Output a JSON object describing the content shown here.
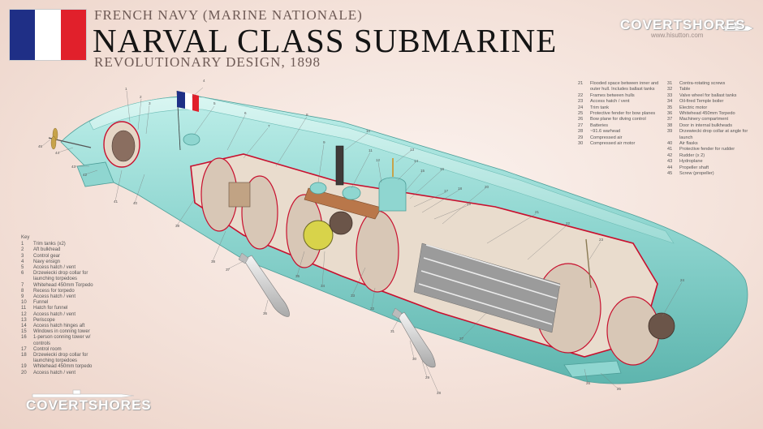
{
  "header": {
    "flag_colors": [
      "#1f2f86",
      "#ffffff",
      "#e1202b"
    ],
    "subtitle": "FRENCH NAVY (MARINE NATIONALE)",
    "title": "NARVAL CLASS SUBMARINE",
    "tagline": "REVOLUTIONARY DESIGN, 1898"
  },
  "logos": {
    "top_right_name": "COVERTSHORES",
    "top_right_url": "www.hisutton.com",
    "bottom_left_name": "COVERTSHORES"
  },
  "key": {
    "title": "Key",
    "items": [
      {
        "n": "1",
        "text": "Trim tanks (x2)"
      },
      {
        "n": "2",
        "text": "Aft bulkhead"
      },
      {
        "n": "3",
        "text": "Control gear"
      },
      {
        "n": "4",
        "text": "Navy ensign"
      },
      {
        "n": "5",
        "text": "Access hatch / vent"
      },
      {
        "n": "6",
        "text": "Drzewiecki drop collar for launching torpedoes"
      },
      {
        "n": "7",
        "text": "Whitehead 450mm Torpedo"
      },
      {
        "n": "8",
        "text": "Recess for torpedo"
      },
      {
        "n": "9",
        "text": "Access hatch / vent"
      },
      {
        "n": "10",
        "text": "Funnel"
      },
      {
        "n": "11",
        "text": "Hatch for funnel"
      },
      {
        "n": "12",
        "text": "Access hatch / vent"
      },
      {
        "n": "13",
        "text": "Periscope"
      },
      {
        "n": "14",
        "text": "Access hatch hinges aft"
      },
      {
        "n": "15",
        "text": "Windows in conning tower"
      },
      {
        "n": "16",
        "text": "1-person conning tower w/ controls"
      },
      {
        "n": "17",
        "text": "Control room"
      },
      {
        "n": "18",
        "text": "Drzewiecki drop collar for launching torpedoes"
      },
      {
        "n": "19",
        "text": "Whitehead 450mm torpedo"
      },
      {
        "n": "20",
        "text": "Access hatch / vent"
      }
    ]
  },
  "legend_mid": [
    {
      "n": "21",
      "text": "Flooded space between inner and outer hull. Includes ballast tanks"
    },
    {
      "n": "22",
      "text": "Frames between hulls"
    },
    {
      "n": "23",
      "text": "Access hatch / vent"
    },
    {
      "n": "24",
      "text": "Trim tank"
    },
    {
      "n": "25",
      "text": "Protective fender for bow planes"
    },
    {
      "n": "26",
      "text": "Bow plane for diving control"
    },
    {
      "n": "27",
      "text": "Batteries"
    },
    {
      "n": "28",
      "text": "~91.6 warhead"
    },
    {
      "n": "29",
      "text": "Compressed air"
    },
    {
      "n": "30",
      "text": "Compressed air motor"
    }
  ],
  "legend_right": [
    {
      "n": "31",
      "text": "Contra-rotating screws"
    },
    {
      "n": "32",
      "text": "Table"
    },
    {
      "n": "33",
      "text": "Valve wheel for ballast tanks"
    },
    {
      "n": "34",
      "text": "Oil-fired Temple boiler"
    },
    {
      "n": "35",
      "text": "Electric motor"
    },
    {
      "n": "36",
      "text": "Whitehead 450mm Torpedo"
    },
    {
      "n": "37",
      "text": "Machinery compartment"
    },
    {
      "n": "38",
      "text": "Door in internal bulkheads"
    },
    {
      "n": "39",
      "text": "Drzewiecki drop collar at angle for launch"
    },
    {
      "n": "40",
      "text": "Air flasks"
    },
    {
      "n": "41",
      "text": "Protective fender for rudder"
    },
    {
      "n": "42",
      "text": "Rudder (x 2)"
    },
    {
      "n": "43",
      "text": "Hydroplane"
    },
    {
      "n": "44",
      "text": "Propeller shaft"
    },
    {
      "n": "45",
      "text": "Screw (propeller)"
    }
  ],
  "callouts": [
    {
      "id": "c1",
      "text": "1"
    },
    {
      "id": "c2",
      "text": "2"
    },
    {
      "id": "c3",
      "text": "3"
    },
    {
      "id": "c4",
      "text": "4"
    },
    {
      "id": "c5",
      "text": "5"
    },
    {
      "id": "c6",
      "text": "6"
    },
    {
      "id": "c7",
      "text": "7"
    },
    {
      "id": "c8",
      "text": "8"
    },
    {
      "id": "c9",
      "text": "9"
    },
    {
      "id": "c10",
      "text": "10"
    },
    {
      "id": "c11",
      "text": "11"
    },
    {
      "id": "c12",
      "text": "12"
    },
    {
      "id": "c13",
      "text": "13"
    },
    {
      "id": "c14",
      "text": "14"
    },
    {
      "id": "c15",
      "text": "15"
    },
    {
      "id": "c16",
      "text": "16"
    },
    {
      "id": "c17",
      "text": "17"
    },
    {
      "id": "c18",
      "text": "18"
    },
    {
      "id": "c19",
      "text": "19"
    },
    {
      "id": "c20",
      "text": "20"
    },
    {
      "id": "c21",
      "text": "21"
    },
    {
      "id": "c22",
      "text": "22"
    },
    {
      "id": "c23",
      "text": "23"
    },
    {
      "id": "c24",
      "text": "24"
    },
    {
      "id": "c25",
      "text": "25"
    },
    {
      "id": "c26",
      "text": "26"
    },
    {
      "id": "c27",
      "text": "27"
    },
    {
      "id": "c28",
      "text": "28"
    },
    {
      "id": "c29",
      "text": "29"
    },
    {
      "id": "c30",
      "text": "30"
    },
    {
      "id": "c31",
      "text": "31"
    },
    {
      "id": "c32",
      "text": "32"
    },
    {
      "id": "c33",
      "text": "33"
    },
    {
      "id": "c34",
      "text": "34"
    },
    {
      "id": "c35",
      "text": "35"
    },
    {
      "id": "c36",
      "text": "36"
    },
    {
      "id": "c37",
      "text": "37"
    },
    {
      "id": "c38",
      "text": "38"
    },
    {
      "id": "c39",
      "text": "39"
    },
    {
      "id": "c40",
      "text": "40"
    },
    {
      "id": "c41",
      "text": "41"
    },
    {
      "id": "c42",
      "text": "42"
    },
    {
      "id": "c43",
      "text": "43"
    },
    {
      "id": "c44",
      "text": "44"
    },
    {
      "id": "c45",
      "text": "45"
    }
  ],
  "colors": {
    "hull": "#8fd6d0",
    "hull_shadow": "#5eb5ae",
    "cut_red": "#c8102e",
    "interior": "#e9dccd",
    "wood": "#b9774a"
  }
}
